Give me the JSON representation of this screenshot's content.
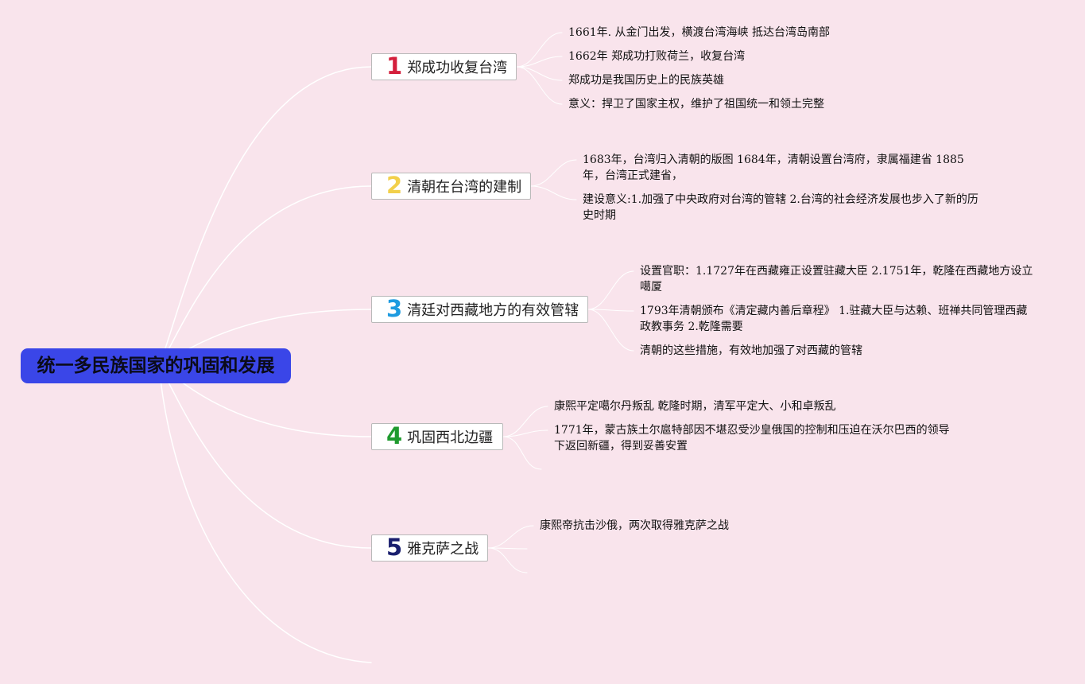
{
  "root": {
    "title": "统一多民族国家的巩固和发展"
  },
  "colors": {
    "background": "#f9e4ec",
    "root_fill": "#3a46e8",
    "connector": "#ffffff"
  },
  "branches": [
    {
      "number": "1",
      "number_color": "#d41f3c",
      "title": "郑成功收复台湾",
      "items": [
        "1661年. 从金门出发，横渡台湾海峡 抵达台湾岛南部",
        "1662年 郑成功打败荷兰，收复台湾",
        "郑成功是我国历史上的民族英雄",
        "意义：捍卫了国家主权，维护了祖国统一和领土完整"
      ]
    },
    {
      "number": "2",
      "number_color": "#f2d04b",
      "title": "清朝在台湾的建制",
      "items": [
        "1683年，台湾归入清朝的版图 1684年，清朝设置台湾府，隶属福建省 1885年，台湾正式建省，",
        "建设意义:1.加强了中央政府对台湾的管辖 2.台湾的社会经济发展也步入了新的历史时期"
      ]
    },
    {
      "number": "3",
      "number_color": "#1e9be0",
      "title": "清廷对西藏地方的有效管辖",
      "items": [
        "设置官职：1.1727年在西藏雍正设置驻藏大臣 2.1751年，乾隆在西藏地方设立噶厦",
        "1793年清朝颁布《清定藏内善后章程》 1.驻藏大臣与达赖、班禅共同管理西藏政教事务 2.乾隆需要",
        "清朝的这些措施，有效地加强了对西藏的管辖"
      ]
    },
    {
      "number": "4",
      "number_color": "#1f9a2e",
      "title": "巩固西北边疆",
      "items": [
        "康熙平定噶尔丹叛乱 乾隆时期，清军平定大、小和卓叛乱",
        "1771年，蒙古族土尔扈特部因不堪忍受沙皇俄国的控制和压迫在沃尔巴西的领导下返回新疆，得到妥善安置"
      ]
    },
    {
      "number": "5",
      "number_color": "#1a1f6e",
      "title": "雅克萨之战",
      "items": [
        "康熙帝抗击沙俄，两次取得雅克萨之战"
      ]
    }
  ]
}
